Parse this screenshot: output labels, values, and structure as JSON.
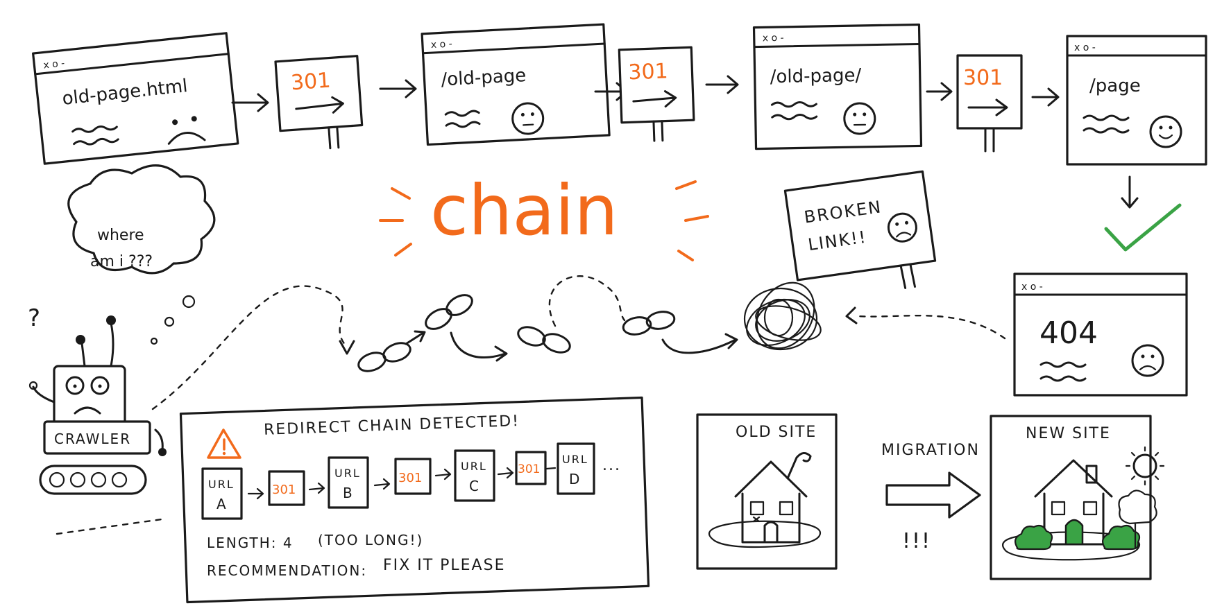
{
  "colors": {
    "ink": "#1a1a1a",
    "accent": "#f26a1b",
    "ok": "#3aa345",
    "paper": "#ffffff"
  },
  "window_controls": "x o -",
  "chain_steps": [
    {
      "url": "old-page.html",
      "mood": "sad"
    },
    {
      "url": "/old-page",
      "mood": "neutral"
    },
    {
      "url": "/old-page/",
      "mood": "neutral"
    },
    {
      "url": "/page",
      "mood": "happy"
    }
  ],
  "redirect_code": "301",
  "title_word": "chain",
  "thought_bubble": {
    "line1": "where",
    "line2": "am i ???"
  },
  "question_mark": "?",
  "robot_label": "CRAWLER",
  "broken_sign": {
    "line1": "BROKEN",
    "line2": "LINK!!"
  },
  "error_window": {
    "code": "404"
  },
  "report": {
    "title": "REDIRECT CHAIN DETECTED!",
    "nodes": [
      {
        "top": "URL",
        "bottom": "A"
      },
      {
        "top": "URL",
        "bottom": "B"
      },
      {
        "top": "URL",
        "bottom": "C"
      },
      {
        "top": "URL",
        "bottom": "D"
      }
    ],
    "redirect_label": "301",
    "ellipsis": "...",
    "length_label": "LENGTH: 4",
    "length_note": "(TOO LONG!)",
    "recommendation_label": "RECOMMENDATION:",
    "recommendation_value": "FIX IT PLEASE"
  },
  "migration": {
    "old_site": "OLD SITE",
    "new_site": "NEW SITE",
    "arrow_label": "MIGRATION",
    "exclaim": "!!!"
  }
}
